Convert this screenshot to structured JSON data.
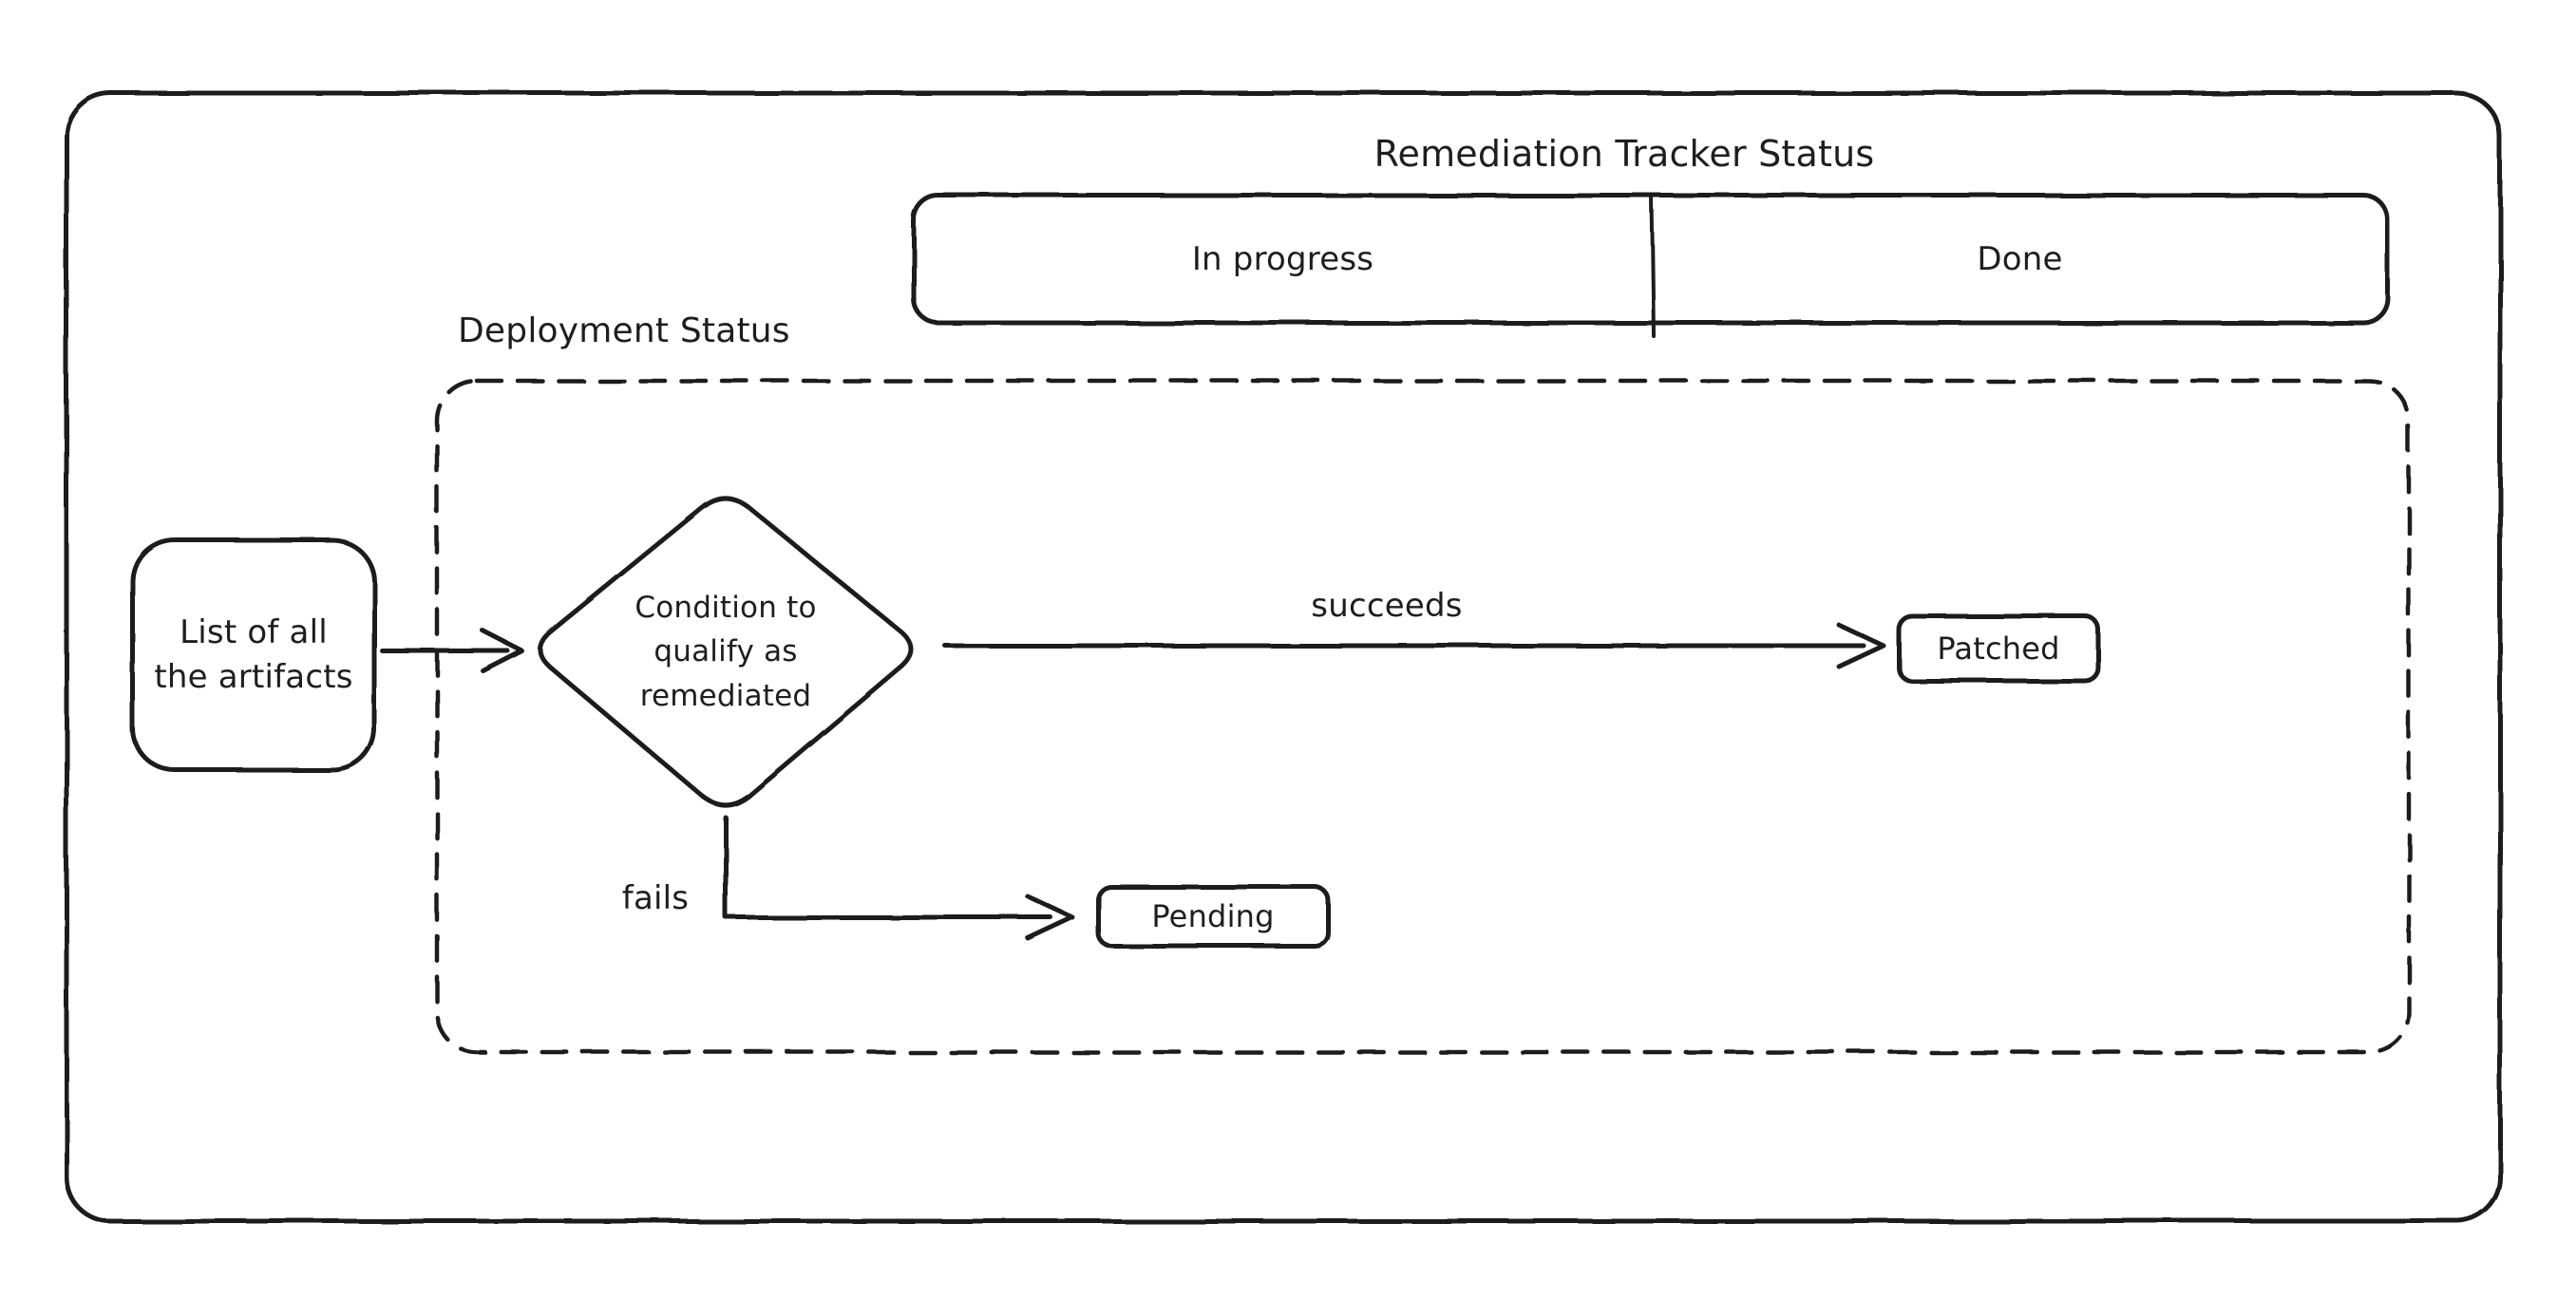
{
  "canvas": {
    "background": "#ffffff",
    "stroke": "#1e1e1e"
  },
  "title": "Remediation Tracker Status",
  "tracker": {
    "in_progress_label": "In progress",
    "done_label": "Done"
  },
  "deployment_zone": {
    "label": "Deployment Status"
  },
  "nodes": {
    "artifacts": {
      "line1": "List of all",
      "line2": "the artifacts"
    },
    "condition": {
      "line1": "Condition to",
      "line2": "qualify as",
      "line3": "remediated"
    },
    "patched": {
      "label": "Patched"
    },
    "pending": {
      "label": "Pending"
    }
  },
  "edges": {
    "succeeds": {
      "label": "succeeds"
    },
    "fails": {
      "label": "fails"
    }
  }
}
